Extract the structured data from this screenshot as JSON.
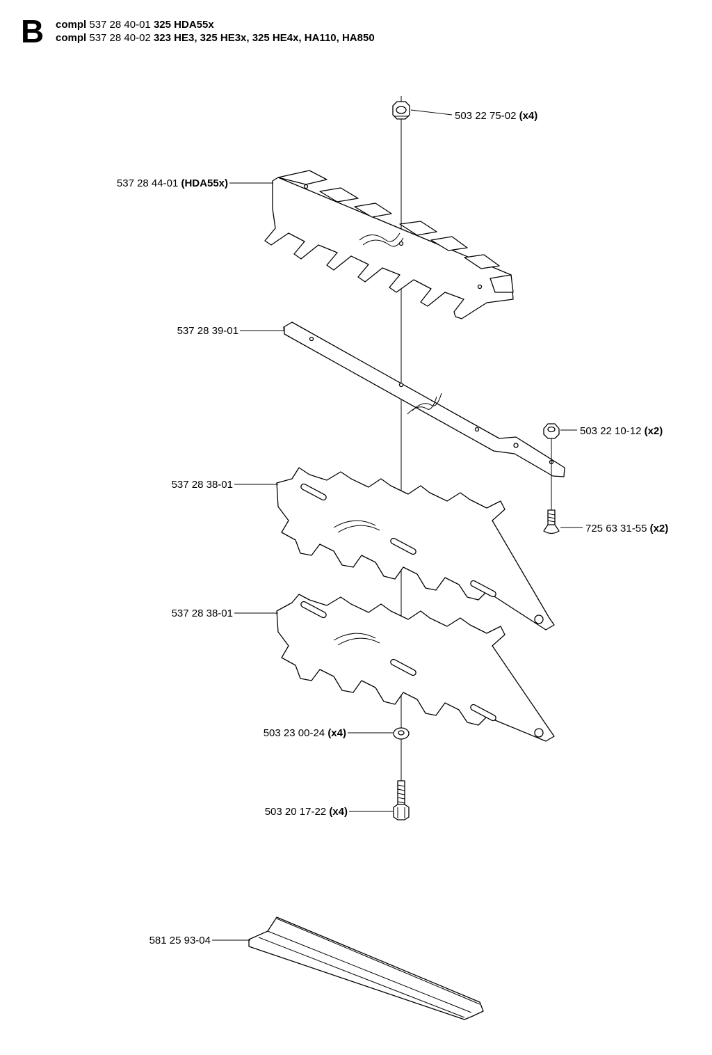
{
  "section": {
    "letter": "B"
  },
  "header": [
    {
      "prefix": "compl",
      "part": "537 28 40-01",
      "models": "325 HDA55x"
    },
    {
      "prefix": "compl",
      "part": "537 28 40-02",
      "models": "323 HE3, 325 HE3x, 325 HE4x, HA110, HA850"
    }
  ],
  "parts": {
    "nut_top": {
      "number": "503 22 75-02",
      "qty": "(x4)"
    },
    "blade_upper": {
      "number": "537 28 44-01",
      "note": "(HDA55x)"
    },
    "guide_bar": {
      "number": "537 28 39-01"
    },
    "nut_small": {
      "number": "503 22 10-12",
      "qty": "(x2)"
    },
    "screw_csk": {
      "number": "725 63 31-55",
      "qty": "(x2)"
    },
    "blade_mid": {
      "number": "537 28 38-01"
    },
    "blade_low": {
      "number": "537 28 38-01"
    },
    "washer": {
      "number": "503 23 00-24",
      "qty": "(x4)"
    },
    "bolt": {
      "number": "503 20 17-22",
      "qty": "(x4)"
    },
    "cover": {
      "number": "581 25 93-04"
    }
  }
}
